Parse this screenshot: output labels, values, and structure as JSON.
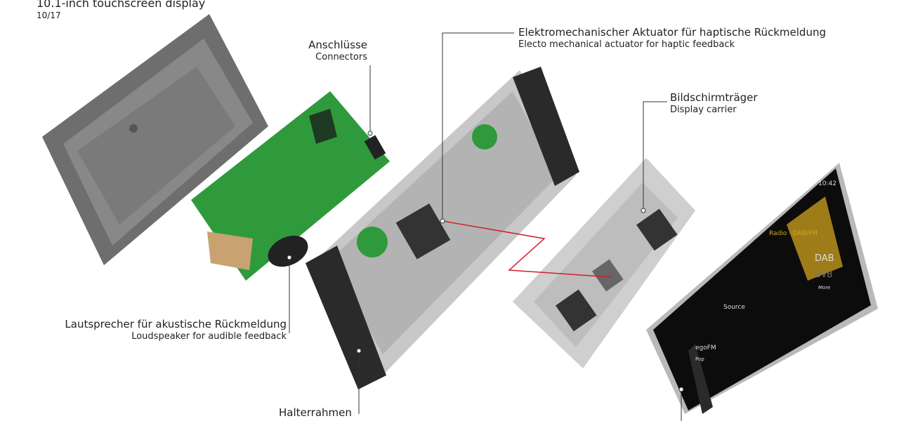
{
  "header": {
    "title": "10.1-inch touchscreen display",
    "page": "10/17"
  },
  "labels": {
    "connectors": {
      "de": "Anschlüsse",
      "en": "Connectors"
    },
    "actuator": {
      "de": "Elektromechanischer Aktuator für haptische Rückmeldung",
      "en": "Electo mechanical actuator for haptic feedback"
    },
    "carrier": {
      "de": "Bildschirmträger",
      "en": "Display carrier"
    },
    "speaker": {
      "de": "Lautsprecher für akustische Rückmeldung",
      "en": "Loudspeaker for audible feedback"
    },
    "frame": {
      "de": "Halterrahmen"
    }
  },
  "screen": {
    "time": "10:42",
    "title": "Radio · DAB/FM",
    "source": "Source",
    "station": "egoFM",
    "genre": "Pop",
    "band_active": "DAB",
    "band_other": "DVB",
    "more": "More"
  },
  "colors": {
    "pcb": "#2f9a3c",
    "housing": "#6b6b6b",
    "accent": "#d6a91e",
    "leader_red": "#d0202a"
  }
}
